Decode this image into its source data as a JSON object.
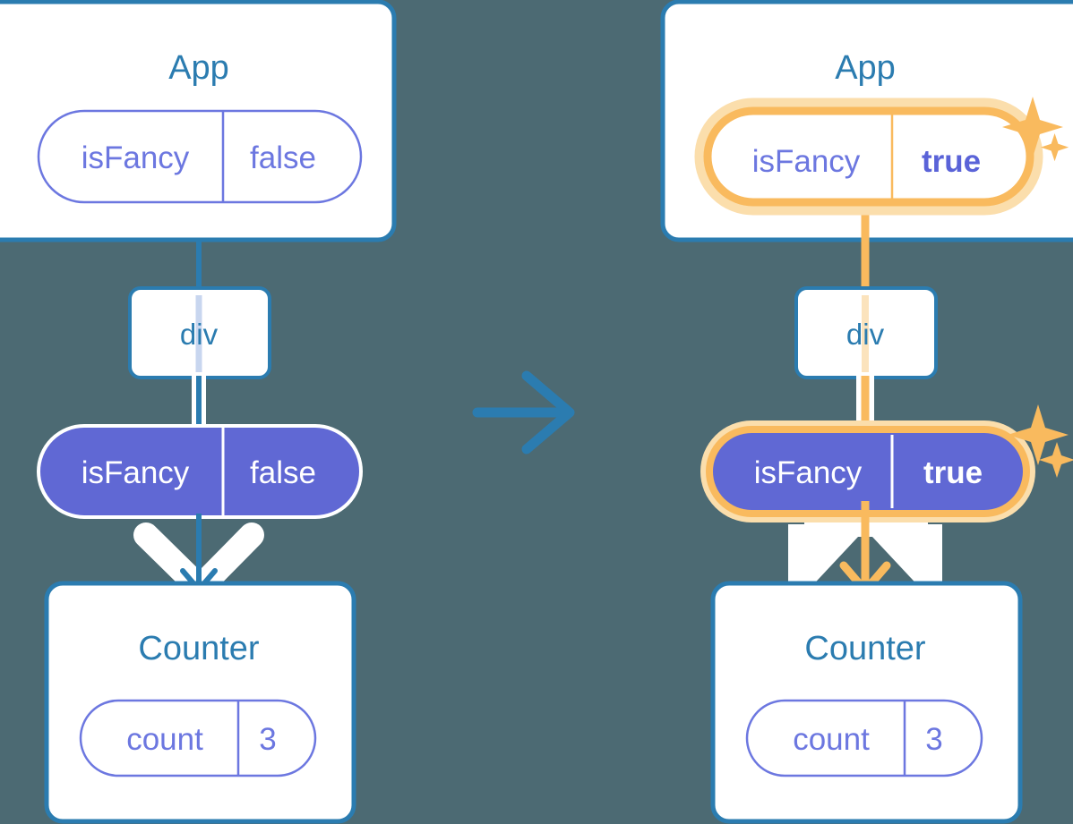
{
  "meta": {
    "background_color": "#4c6a73",
    "blue": "#2b7cb0",
    "purple": "#6068d4",
    "purple_text": "#6c77e0",
    "orange": "#f9ba5e",
    "orange_glow": "#fbdeac",
    "white": "#ffffff"
  },
  "panels": [
    {
      "id": "before",
      "app_card": {
        "title": "App",
        "state_pill": {
          "name": "isFancy",
          "value": "false",
          "highlighted": false,
          "style": "outline"
        }
      },
      "div_node": {
        "label": "div"
      },
      "props_pill": {
        "name": "isFancy",
        "value": "false",
        "highlighted": false,
        "style": "filled"
      },
      "counter_card": {
        "title": "Counter",
        "state_pill": {
          "name": "count",
          "value": "3",
          "highlighted": false,
          "style": "outline"
        }
      },
      "sparkles": []
    },
    {
      "id": "after",
      "app_card": {
        "title": "App",
        "state_pill": {
          "name": "isFancy",
          "value": "true",
          "highlighted": true,
          "style": "outline"
        }
      },
      "div_node": {
        "label": "div"
      },
      "props_pill": {
        "name": "isFancy",
        "value": "true",
        "highlighted": true,
        "style": "filled"
      },
      "counter_card": {
        "title": "Counter",
        "state_pill": {
          "name": "count",
          "value": "3",
          "highlighted": false,
          "style": "outline"
        }
      },
      "sparkles": [
        {
          "group": "app-pill",
          "count": 2
        },
        {
          "group": "props-pill",
          "count": 2
        }
      ]
    }
  ],
  "transition_arrow": {
    "direction": "right",
    "color": "#2b7cb0"
  }
}
